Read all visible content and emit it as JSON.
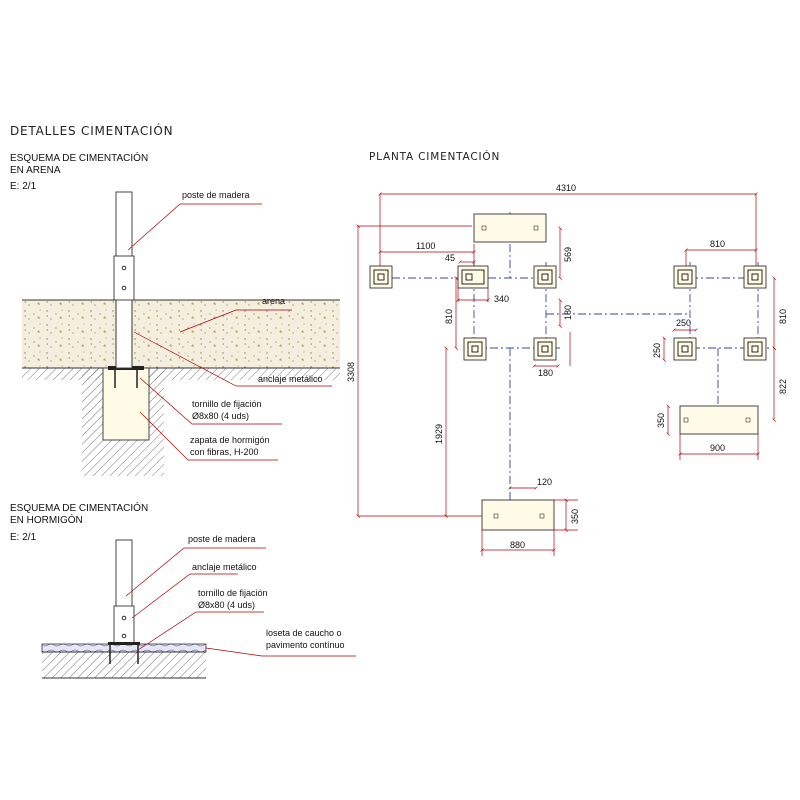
{
  "title": "DETALLES CIMENTACIÓN",
  "colors": {
    "dimension": "#b30000",
    "axis": "#3344aa",
    "concrete": "#fffbe6",
    "sand": "#f3eedd"
  },
  "detail_sand": {
    "title_line1": "ESQUEMA DE CIMENTACIÓN",
    "title_line2": "EN ARENA",
    "scale": "E: 2/1",
    "labels": {
      "post": "poste de madera",
      "sand": "arena",
      "anchor": "anclaje metálico",
      "screw_line1": "tornillo de fijación",
      "screw_line2": "Ø8x80 (4 uds)",
      "footing_line1": "zapata de hormigón",
      "footing_line2": "con fibras, H-200"
    }
  },
  "detail_concrete": {
    "title_line1": "ESQUEMA DE CIMENTACIÓN",
    "title_line2": "EN HORMIGÓN",
    "scale": "E: 2/1",
    "labels": {
      "post": "poste de madera",
      "anchor": "anclaje metálico",
      "screw_line1": "tornillo de fijación",
      "screw_line2": "Ø8x80 (4 uds)",
      "tile_line1": "loseta de caucho o",
      "tile_line2": "pavimento contínuo"
    }
  },
  "plan": {
    "title": "PLANTA CIMENTACIÓN",
    "dims": {
      "overall_width": "4310",
      "d1100": "1100",
      "d45": "45",
      "d569": "569",
      "d340": "340",
      "d810_left": "810",
      "d180_a": "180",
      "d180_b": "180",
      "d3308": "3308",
      "d1929": "1929",
      "d120": "120",
      "d350_bottom": "350",
      "d880": "880",
      "d810_top_right": "810",
      "d810_right": "810",
      "d250_a": "250",
      "d250_b": "250",
      "d822": "822",
      "d350_right": "350",
      "d900": "900"
    }
  }
}
